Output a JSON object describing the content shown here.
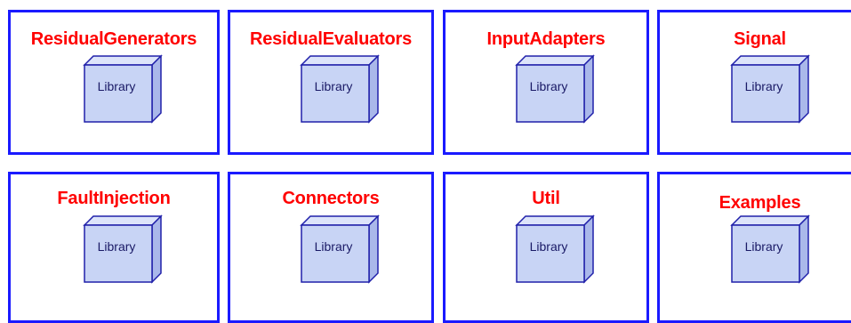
{
  "packages": [
    {
      "title": "ResidualGenerators",
      "icon_label": "Library"
    },
    {
      "title": "ResidualEvaluators",
      "icon_label": "Library"
    },
    {
      "title": "InputAdapters",
      "icon_label": "Library"
    },
    {
      "title": "Signal",
      "icon_label": "Library"
    },
    {
      "title": "FaultInjection",
      "icon_label": "Library"
    },
    {
      "title": "Connectors",
      "icon_label": "Library"
    },
    {
      "title": "Util",
      "icon_label": "Library"
    },
    {
      "title": "Examples",
      "icon_label": "Library"
    }
  ],
  "colors": {
    "border": "#1a1aff",
    "title": "#ff0000",
    "icon_fill": "#c8d4f5",
    "icon_stroke": "#2020aa"
  },
  "icon": "library-cube-icon"
}
